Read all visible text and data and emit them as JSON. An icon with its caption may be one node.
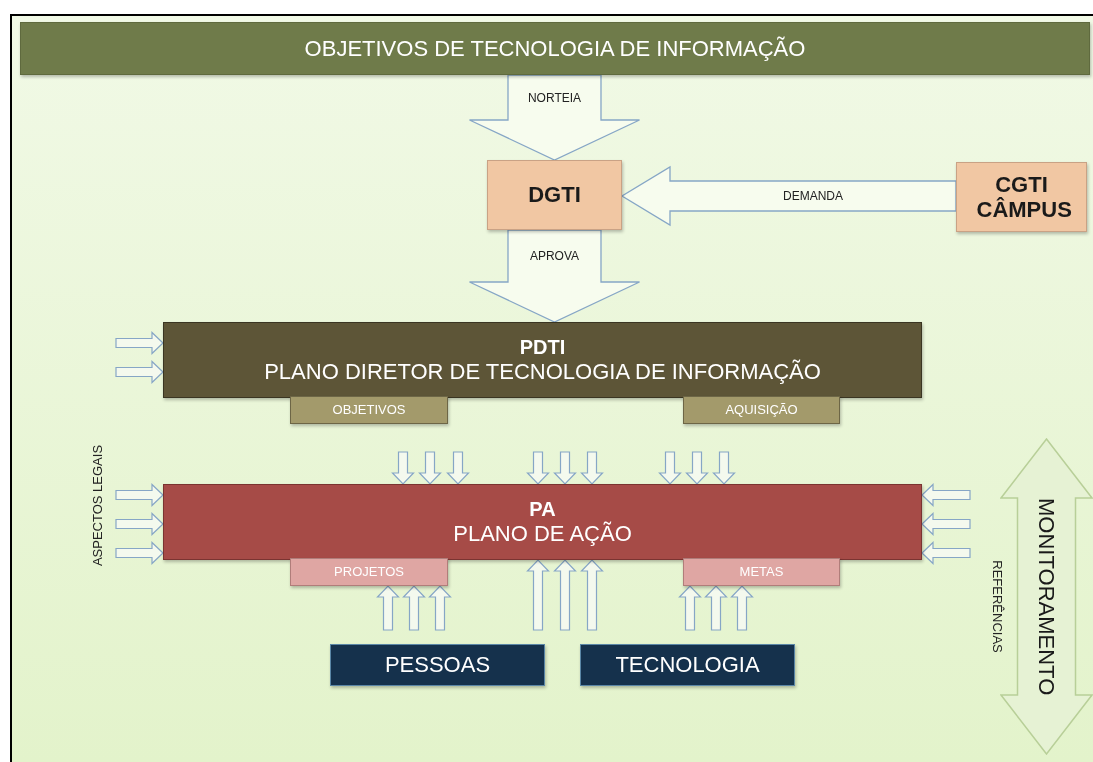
{
  "diagram": {
    "nodes": [
      {
        "text": [
          "OBJETIVOS DE TECNOLOGIA DE INFORMAÇÃO"
        ]
      },
      {
        "text": [
          "DGTI"
        ]
      },
      {
        "text": [
          "CGTI CÂMPUS"
        ]
      },
      {
        "text": [
          "PDTI",
          "PLANO DIRETOR DE TECNOLOGIA DE INFORMAÇÃO"
        ]
      },
      {
        "text": [
          "OBJETIVOS"
        ]
      },
      {
        "text": [
          "AQUISIÇÃO"
        ]
      },
      {
        "text": [
          "PA",
          "PLANO DE AÇÃO"
        ]
      },
      {
        "text": [
          "PROJETOS"
        ]
      },
      {
        "text": [
          "METAS"
        ]
      },
      {
        "text": [
          "PESSOAS"
        ]
      },
      {
        "text": [
          "TECNOLOGIA"
        ]
      },
      {
        "text": [
          "MONITORAMENTO"
        ]
      }
    ],
    "edges": [
      {
        "from": 0,
        "to": 1,
        "arrow": "to",
        "label": "NORTEIA"
      },
      {
        "from": 2,
        "to": 1,
        "arrow": "to",
        "label": "DEMANDA"
      },
      {
        "from": 1,
        "to": 3,
        "arrow": "to",
        "label": "APROVA"
      },
      {
        "from": null,
        "to": 3,
        "arrow": "to"
      },
      {
        "from": null,
        "to": 3,
        "arrow": "to"
      },
      {
        "from": null,
        "to": 6,
        "arrow": "to"
      },
      {
        "from": null,
        "to": 6,
        "arrow": "to"
      },
      {
        "from": null,
        "to": 6,
        "arrow": "to"
      },
      {
        "from": null,
        "to": 6,
        "arrow": "to"
      },
      {
        "from": null,
        "to": 6,
        "arrow": "to"
      },
      {
        "from": null,
        "to": 6,
        "arrow": "to"
      },
      {
        "from": null,
        "to": 6,
        "arrow": "to"
      },
      {
        "from": null,
        "to": 6,
        "arrow": "to"
      },
      {
        "from": null,
        "to": 6,
        "arrow": "to"
      },
      {
        "from": null,
        "to": 6,
        "arrow": "to"
      },
      {
        "from": null,
        "to": 6,
        "arrow": "to"
      },
      {
        "from": null,
        "to": 6,
        "arrow": "to"
      },
      {
        "from": null,
        "to": 6,
        "arrow": "to"
      },
      {
        "from": null,
        "to": 6,
        "arrow": "to"
      },
      {
        "from": null,
        "to": 6,
        "arrow": "to"
      },
      {
        "from": null,
        "to": 7,
        "arrow": "to"
      },
      {
        "from": null,
        "to": 7,
        "arrow": "to"
      },
      {
        "from": null,
        "to": 7,
        "arrow": "to"
      },
      {
        "from": null,
        "to": 6,
        "arrow": "to"
      },
      {
        "from": null,
        "to": 6,
        "arrow": "to"
      },
      {
        "from": null,
        "to": 6,
        "arrow": "to"
      },
      {
        "from": null,
        "to": 8,
        "arrow": "to"
      },
      {
        "from": null,
        "to": 8,
        "arrow": "to"
      },
      {
        "from": null,
        "to": 8,
        "arrow": "to"
      }
    ],
    "labels": [
      "ASPECTOS LEGAIS",
      "REFERÊNCIAS"
    ]
  }
}
